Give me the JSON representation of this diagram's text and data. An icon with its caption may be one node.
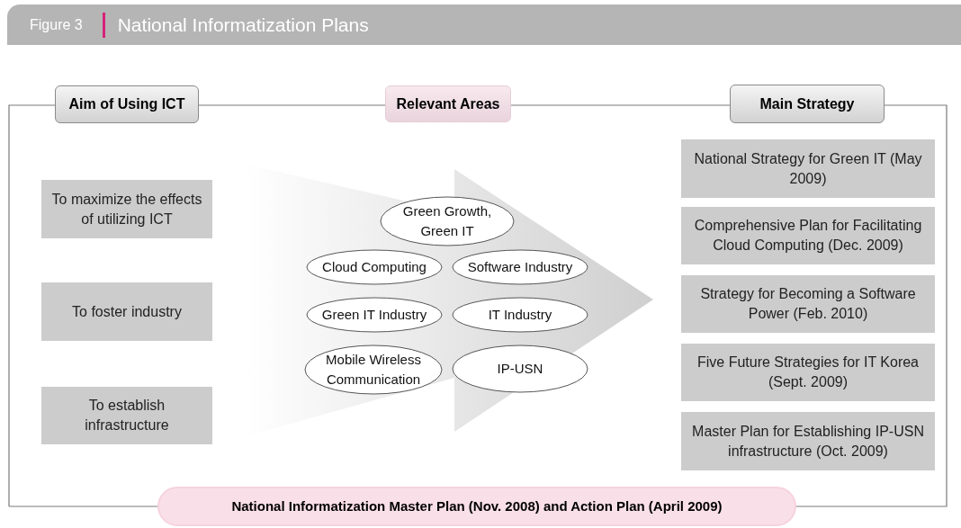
{
  "diagram": {
    "title": "National Informatization Plans",
    "nodes": [
      {
        "text": [
          "Aim of Using ICT"
        ]
      },
      {
        "text": [
          "Relevant Areas"
        ]
      },
      {
        "text": [
          "Main Strategy"
        ]
      },
      {
        "text": [
          "To maximize the effects of utilizing ICT"
        ]
      },
      {
        "text": [
          "To foster industry"
        ]
      },
      {
        "text": [
          "To establish infrastructure"
        ]
      },
      {
        "text": [
          "Green Growth, Green IT"
        ]
      },
      {
        "text": [
          "Cloud Computing"
        ]
      },
      {
        "text": [
          "Software Industry"
        ]
      },
      {
        "text": [
          "Green IT Industry"
        ]
      },
      {
        "text": [
          "IT Industry"
        ]
      },
      {
        "text": [
          "Mobile Wireless Communication"
        ]
      },
      {
        "text": [
          "IP-USN"
        ]
      },
      {
        "text": [
          "National Strategy for Green IT (May 2009)"
        ]
      },
      {
        "text": [
          "Comprehensive Plan for Facilitating Cloud Computing (Dec. 2009)"
        ]
      },
      {
        "text": [
          "Strategy for Becoming a Software Power (Feb. 2010)"
        ]
      },
      {
        "text": [
          "Five Future Strategies for IT Korea (Sept. 2009)"
        ]
      },
      {
        "text": [
          "Master Plan for Establishing IP-USN infrastructure (Oct. 2009)"
        ]
      },
      {
        "text": [
          "National Informatization Master Plan (Nov. 2008) and Action Plan (April 2009)"
        ]
      }
    ],
    "labels": [
      "Figure 3"
    ]
  }
}
